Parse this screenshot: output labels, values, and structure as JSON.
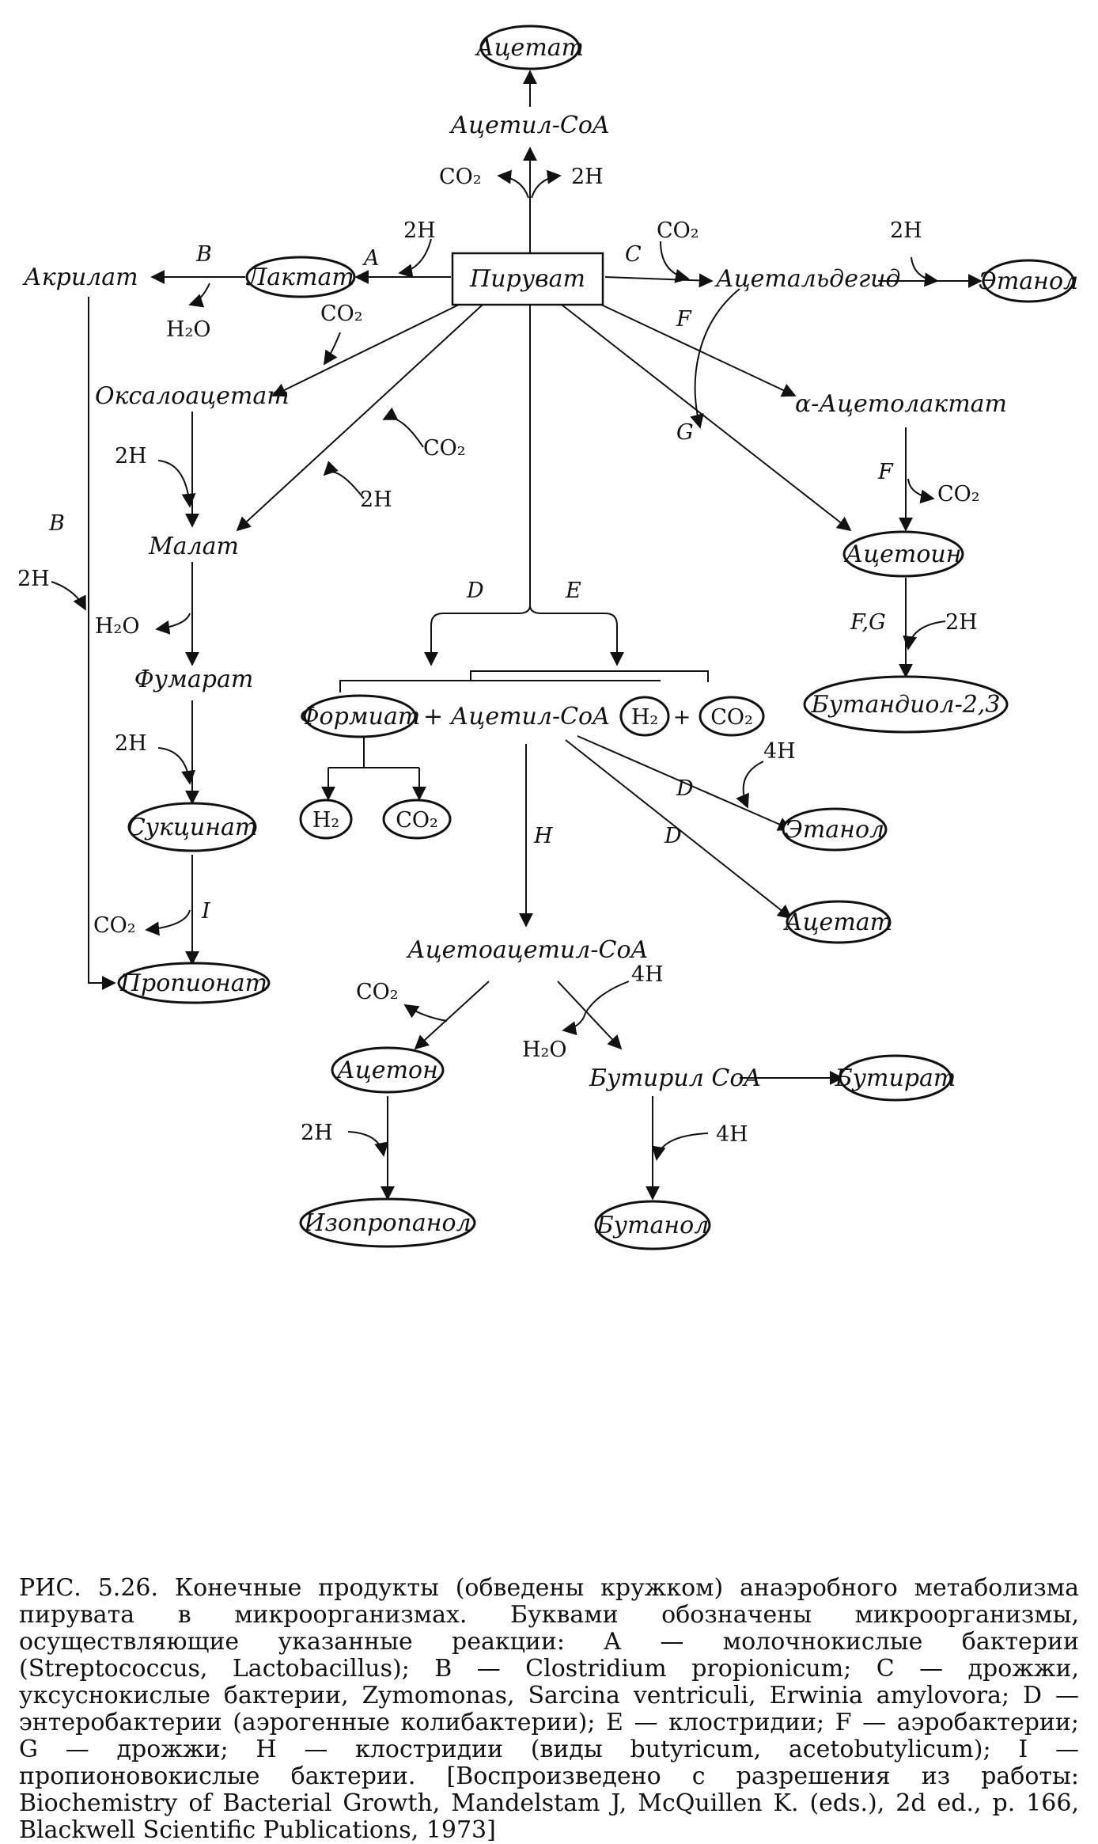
{
  "nodes": {
    "acetate_top": "Ацетат",
    "acetyl_coa_top": "Ацетил-CoA",
    "pyruvate": "Пируват",
    "lactate": "Лактат",
    "acrylate": "Акрилат",
    "acetaldehyde": "Ацетальдегид",
    "ethanol_top": "Этанол",
    "oxaloacetate": "Оксалоацетат",
    "malate": "Малат",
    "fumarate": "Фумарат",
    "succinate": "Сукцинат",
    "propionate": "Пропионат",
    "acetolactate": "α-Ацетолактат",
    "acetoin": "Ацетоин",
    "butanediol": "Бутандиол-2,3",
    "formate": "Формиат",
    "acetyl_coa_mid": "+ Ацетил-CoA +",
    "h2_mid": "H₂",
    "plus": "+",
    "co2_mid": "CO₂",
    "h2_low": "H₂",
    "co2_low": "CO₂",
    "ethanol_mid": "Этанол",
    "acetate_mid": "Ацетат",
    "acetoacetyl_coa": "Ацетоацетил-CoA",
    "acetone": "Ацетон",
    "butyryl_coa": "Бутирил CoA",
    "butyrate": "Бутират",
    "isopropanol": "Изопропанол",
    "butanol": "Бутанол"
  },
  "labels": {
    "co2": "CO₂",
    "h2o": "H₂O",
    "two_h": "2H",
    "four_h": "4H",
    "A": "A",
    "B": "B",
    "C": "C",
    "D": "D",
    "E": "E",
    "F": "F",
    "FG": "F,G",
    "G": "G",
    "H": "H",
    "I": "I"
  },
  "caption": "РИС. 5.26. Конечные продукты (обведены кружком) анаэробного метаболизма пирувата в микроорганизмах. Буквами обозначены микроорганизмы, осуществляющие указанные реакции: A — молочнокислые бактерии (Streptococcus, Lactobacillus); B — Clostridium propionicum; C — дрожжи, уксуснокислые бактерии, Zymomonas, Sarcina ventriculi, Erwinia amylovora; D — энтеробактерии (аэрогенные колибактерии); E — клостридии; F — аэробактерии; G — дрожжи; H — клостридии (виды butyricum, acetobutylicum); I — пропионовокислые бактерии. [Воспроизведено с разрешения из работы: Biochemistry of Bacterial Growth, Mandelstam J, McQuillen K. (eds.), 2d ed., p. 166, Blackwell Scientific Publications, 1973]"
}
